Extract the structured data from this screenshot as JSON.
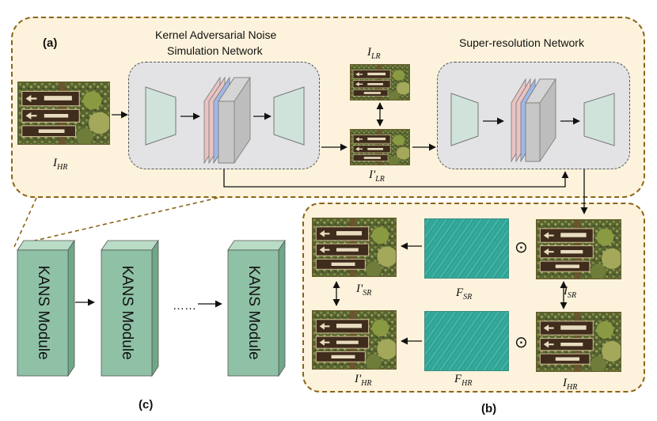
{
  "panel_a": {
    "label": "(a)",
    "kernel_title_line1": "Kernel Adversarial Noise",
    "kernel_title_line2": "Simulation Network",
    "sr_title": "Super-resolution Network",
    "i_hr": {
      "sym": "I",
      "sub": "HR"
    },
    "i_lr": {
      "sym": "I",
      "sub": "LR"
    },
    "i_lr_prime": {
      "sym": "I'",
      "sub": "LR"
    }
  },
  "panel_b": {
    "label": "(b)",
    "i_sr_prime": {
      "sym": "I'",
      "sub": "SR"
    },
    "f_sr": {
      "sym": "F",
      "sub": "SR"
    },
    "i_sr": {
      "sym": "I",
      "sub": "SR"
    },
    "i_hr_prime": {
      "sym": "I'",
      "sub": "HR"
    },
    "f_hr": {
      "sym": "F",
      "sub": "HR"
    },
    "i_hr": {
      "sym": "I",
      "sub": "HR"
    },
    "odot": "⊙"
  },
  "panel_c": {
    "label": "(c)",
    "modules": [
      "KANS Module",
      "KANS Module",
      "KANS Module"
    ],
    "ellipsis": "……"
  },
  "colors": {
    "panel_border": "#8a6418",
    "panel_fill": "#fdf3dc",
    "network_fill": "#e3e3e5",
    "encoder_fill": "#cfe3da",
    "module_fill": "#8fc1a6",
    "noise_fill": "#2fa596"
  },
  "icons": [
    "photo-thumbnail",
    "encoder-trapezoid",
    "feature-layers",
    "module-block",
    "odot-operator"
  ]
}
